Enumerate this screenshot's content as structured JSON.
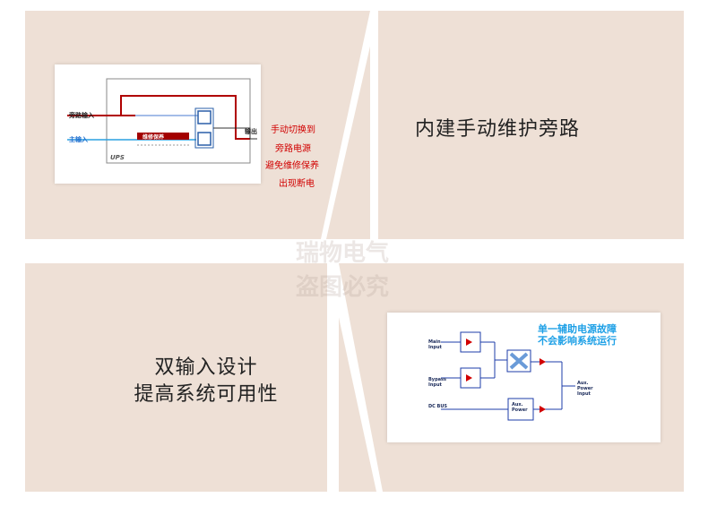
{
  "top_right": {
    "headline": "内建手动维护旁路"
  },
  "bottom_left": {
    "line1": "双输入设计",
    "line2": "提高系统可用性"
  },
  "ups_diagram": {
    "bypass_input": "旁路输入",
    "main_input": "主输入",
    "output": "输出",
    "maintenance_box": "维修保养",
    "ups_label": "UPS",
    "caption": [
      "手动切换到",
      "旁路电源",
      "避免维修保养",
      "出现断电"
    ]
  },
  "aux_diagram": {
    "title_line1": "单一辅助电源故障",
    "title_line2": "不会影响系统运行",
    "main_input": "Main\nInput",
    "bypass_input": "Bypass\nInput",
    "dc_bus": "DC BUS",
    "aux_power_box": "Aux.\nPower",
    "aux_power_input": "Aux.\nPower\nInput"
  },
  "watermark": {
    "line1": "瑞物电气",
    "line2": "盗图必究"
  },
  "colors": {
    "panel": "#eee0d6",
    "accent_red": "#d10000",
    "accent_blue": "#1ea0e6",
    "line_blue": "#1e3ca8"
  }
}
